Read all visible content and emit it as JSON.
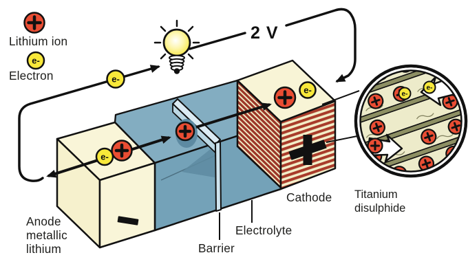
{
  "legend": {
    "lithium_ion_label": "Lithium ion",
    "electron_label": "Electron"
  },
  "symbols": {
    "electron": "e-",
    "ion": "+"
  },
  "circuit": {
    "voltage_label": "2 V"
  },
  "battery": {
    "anode_label": [
      "Anode",
      "metallic",
      "lithium"
    ],
    "anode_terminal": "−",
    "barrier_label": "Barrier",
    "electrolyte_label": "Electrolyte",
    "cathode_label": "Cathode",
    "cathode_terminal": "+"
  },
  "magnifier": {
    "material_label": [
      "Titanium",
      "disulphide"
    ]
  },
  "colors": {
    "lithium_ion_red": "#e94d33",
    "electron_yellow": "#f8e83a",
    "electrolyte_blue": "#7aa6bb",
    "electrolyte_wall_blue": "#74a2b8",
    "barrier_light_blue": "#cfe4ee",
    "cell_cream": "#f8f4d6",
    "cathode_stripe_red": "#a83b2a",
    "tis2_layer_cream": "#edebca",
    "tis2_layer_edge_olive": "#8d8f63",
    "wire_black": "#111111"
  }
}
